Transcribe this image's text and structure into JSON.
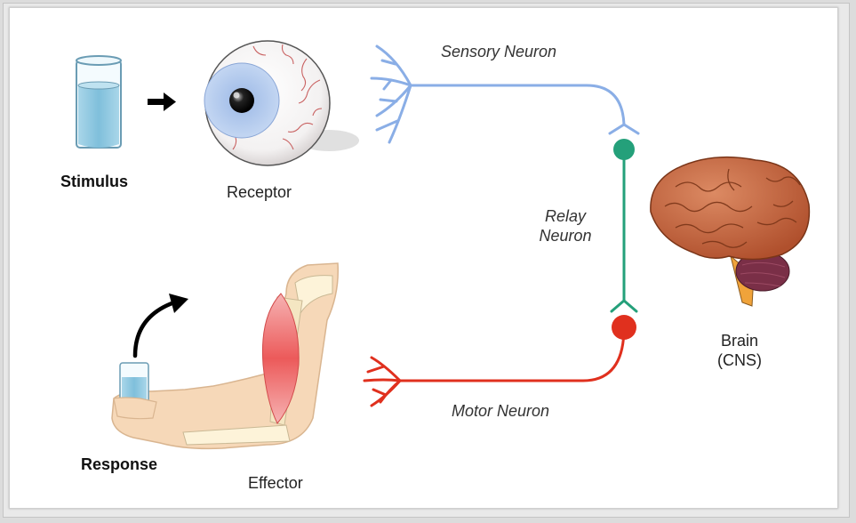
{
  "labels": {
    "stimulus": "Stimulus",
    "receptor": "Receptor",
    "sensory_neuron": "Sensory Neuron",
    "relay_line1": "Relay",
    "relay_line2": "Neuron",
    "brain_line1": "Brain",
    "brain_line2": "(CNS)",
    "motor_neuron": "Motor Neuron",
    "response": "Response",
    "effector": "Effector"
  },
  "colors": {
    "sensory": "#8aaee6",
    "relay": "#24a07a",
    "motor": "#e0301e",
    "water": "#8cc4dc",
    "iris": "#aac4ea",
    "skin": "#f6d8b8",
    "muscle": "#ef6f6f",
    "brain": "#c1623d",
    "cerebellum": "#7a2f47"
  },
  "icons": [
    "glass-of-water-icon",
    "arrow-right-icon",
    "eyeball-icon",
    "brain-icon",
    "arm-icon",
    "curved-arrow-icon"
  ]
}
